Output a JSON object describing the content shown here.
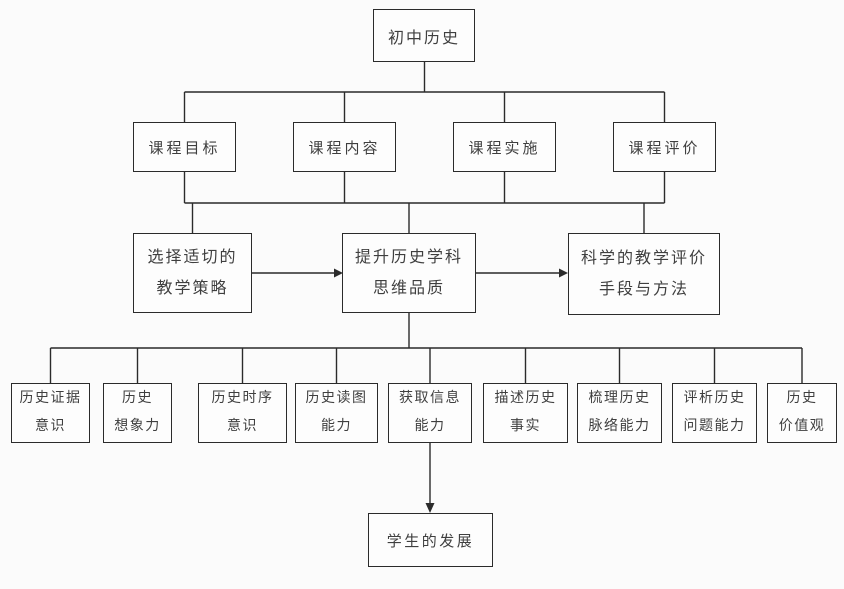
{
  "diagram": {
    "root": {
      "label": "初中历史"
    },
    "level2": [
      {
        "id": "goal",
        "label": "课程目标"
      },
      {
        "id": "content",
        "label": "课程内容"
      },
      {
        "id": "implementation",
        "label": "课程实施"
      },
      {
        "id": "evaluation",
        "label": "课程评价"
      }
    ],
    "level3": [
      {
        "id": "strategy",
        "line1": "选择适切的",
        "line2": "教学策略"
      },
      {
        "id": "thinking",
        "line1": "提升历史学科",
        "line2": "思维品质"
      },
      {
        "id": "methods",
        "line1": "科学的教学评价",
        "line2": "手段与方法"
      }
    ],
    "level4": [
      {
        "id": "evidence",
        "line1": "历史证据",
        "line2": "意识"
      },
      {
        "id": "imagination",
        "line1": "历史",
        "line2": "想象力"
      },
      {
        "id": "chronology",
        "line1": "历史时序",
        "line2": "意识"
      },
      {
        "id": "map-reading",
        "line1": "历史读图",
        "line2": "能力"
      },
      {
        "id": "information",
        "line1": "获取信息",
        "line2": "能力"
      },
      {
        "id": "describe",
        "line1": "描述历史",
        "line2": "事实"
      },
      {
        "id": "context",
        "line1": "梳理历史",
        "line2": "脉络能力"
      },
      {
        "id": "analysis",
        "line1": "评析历史",
        "line2": "问题能力"
      },
      {
        "id": "values",
        "line1": "历史",
        "line2": "价值观"
      }
    ],
    "outcome": {
      "label": "学生的发展"
    },
    "edges": [
      {
        "from": "root",
        "to": [
          "goal",
          "content",
          "implementation",
          "evaluation"
        ],
        "style": "plain-bus"
      },
      {
        "from": "goal|content|implementation|evaluation",
        "to": [
          "strategy",
          "thinking",
          "methods"
        ],
        "style": "plain-bus"
      },
      {
        "from": "strategy",
        "to": [
          "thinking"
        ],
        "style": "arrow"
      },
      {
        "from": "thinking",
        "to": [
          "methods"
        ],
        "style": "arrow"
      },
      {
        "from": "thinking",
        "to": [
          "evidence",
          "imagination",
          "chronology",
          "map-reading",
          "information",
          "describe",
          "context",
          "analysis",
          "values"
        ],
        "style": "plain-bus"
      },
      {
        "from": "information",
        "to": [
          "development"
        ],
        "style": "arrow"
      }
    ],
    "colors": {
      "line": "#2b2b2b",
      "text": "#3f3f3f",
      "box_background": "#fdfdfd",
      "page_background": "#fbfbfb"
    }
  }
}
